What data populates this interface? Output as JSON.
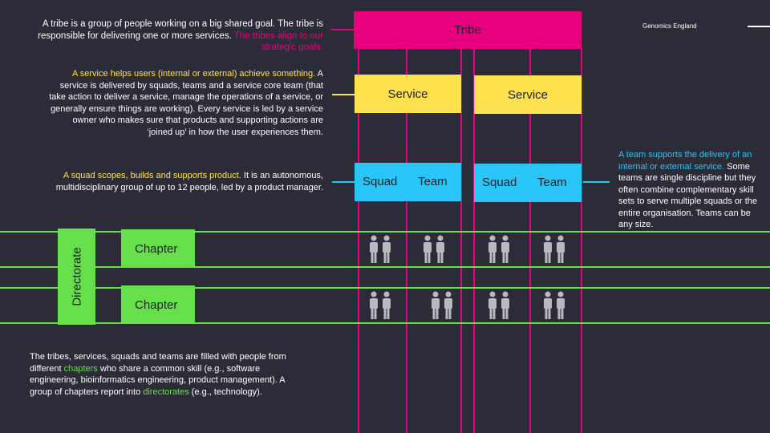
{
  "header": {
    "org": "Genomics England"
  },
  "tribe": {
    "label": "Tribe",
    "desc_pre": "A tribe is a group of people working on a big shared goal. The tribe is responsible for delivering one or more services. ",
    "desc_hl": "The tribes align to our strategic goals."
  },
  "service": {
    "labels": [
      "Service",
      "Service"
    ],
    "desc_hl": "A service helps users (internal or external) achieve something.",
    "desc_post": " A service is delivered by squads, teams and a service core team (that take action to deliver a service, manage the operations of a service, or generally ensure things are working). Every service is led by a service owner who makes sure that products and supporting actions are ‘joined up’ in how the user experiences them."
  },
  "squad": {
    "labels": [
      "Squad",
      "Squad"
    ],
    "desc_hl": "A squad scopes, builds and supports product.",
    "desc_post": " It is an autonomous, multidisciplinary group of up to 12 people, led by a product manager."
  },
  "team": {
    "labels": [
      "Team",
      "Team"
    ],
    "desc_hl": "A team supports the delivery of an internal or external service.",
    "desc_post": "  Some teams are single discipline but they often combine complementary skill sets to serve multiple squads or the entire organisation. Teams can be any size."
  },
  "directorate": {
    "label": "Directorate"
  },
  "chapters": {
    "labels": [
      "Chapter",
      "Chapter"
    ]
  },
  "footer": {
    "p1": "The tribes, services, squads and teams are filled with people from different ",
    "hl1": "chapters",
    "p2": " who share a common skill (e.g., software engineering, bioinformatics engineering, product management). A group of chapters report into ",
    "hl2": "directorates",
    "p3": " (e.g., technology)."
  },
  "icons": {
    "people": "people-pair-icon"
  },
  "colors": {
    "background": "#2b2c38",
    "tribe": "#e6007e",
    "service": "#ffe14d",
    "squad_team": "#29c5f6",
    "chapter": "#66e04a",
    "people_icon": "#b9b9c0"
  }
}
